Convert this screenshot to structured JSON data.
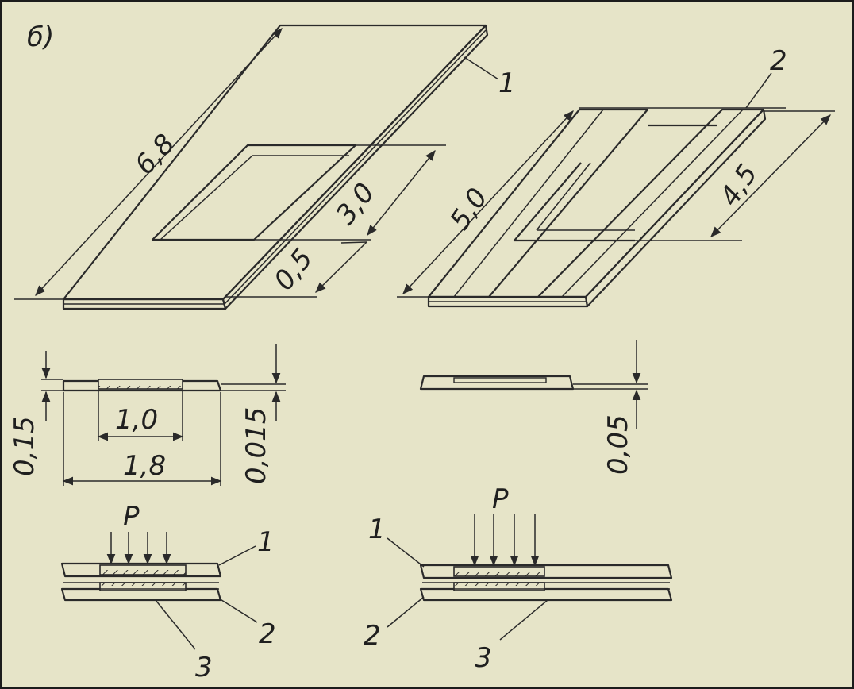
{
  "figure_label": "б)",
  "parts": {
    "frame": "1",
    "insert": "2",
    "layer": "3"
  },
  "load_label": "P",
  "dimensions": {
    "frame_length": "6,8",
    "window_length": "3,0",
    "edge_width": "0,5",
    "insert_outer": "5,0",
    "insert_inner": "4,5",
    "window_width": "1,0",
    "frame_width": "1,8",
    "frame_thickness": "0,15",
    "step_depth": "0,015",
    "insert_thickness": "0,05"
  },
  "colors": {
    "paper": "#e6e4c8",
    "ink": "#2a2a2a"
  }
}
